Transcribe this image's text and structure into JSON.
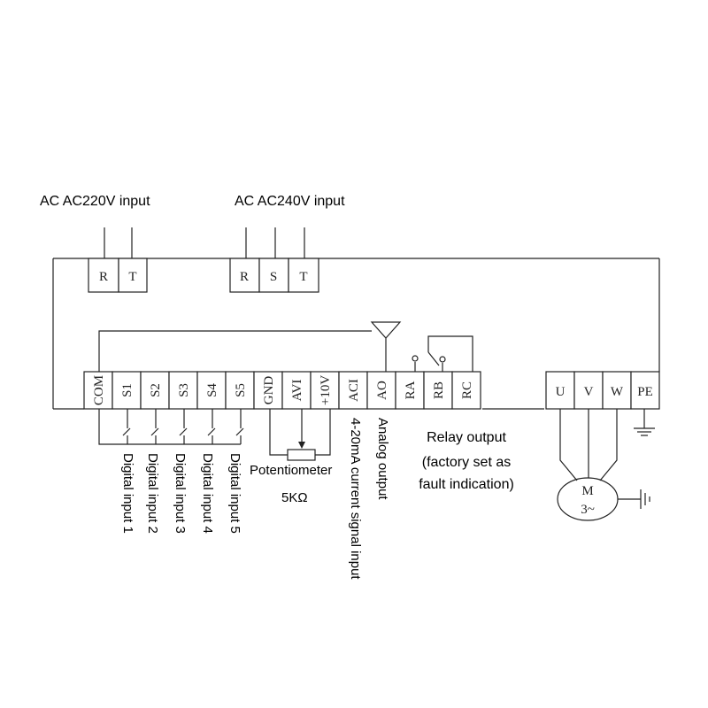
{
  "inputs": {
    "ac220": "AC AC220V input",
    "ac240": "AC AC240V input"
  },
  "terminals": {
    "ac220": [
      "R",
      "T"
    ],
    "ac240": [
      "R",
      "S",
      "T"
    ],
    "control": [
      "COM",
      "S1",
      "S2",
      "S3",
      "S4",
      "S5",
      "GND",
      "AVI",
      "+10V",
      "ACI",
      "AO",
      "RA",
      "RB",
      "RC"
    ],
    "output": [
      "U",
      "V",
      "W",
      "PE"
    ]
  },
  "labels": {
    "digital_inputs": [
      "Digital input 1",
      "Digital input 2",
      "Digital input 3",
      "Digital input 4",
      "Digital input 5"
    ],
    "potentiometer": "Potentiometer",
    "pot_value": "5KΩ",
    "aci_label": "4-20mA current signal input",
    "ao_label": "Analog output",
    "relay_line1": "Relay output",
    "relay_line2": "(factory set as",
    "relay_line3": "fault indication)"
  },
  "motor": {
    "line1": "M",
    "line2": "3~"
  }
}
